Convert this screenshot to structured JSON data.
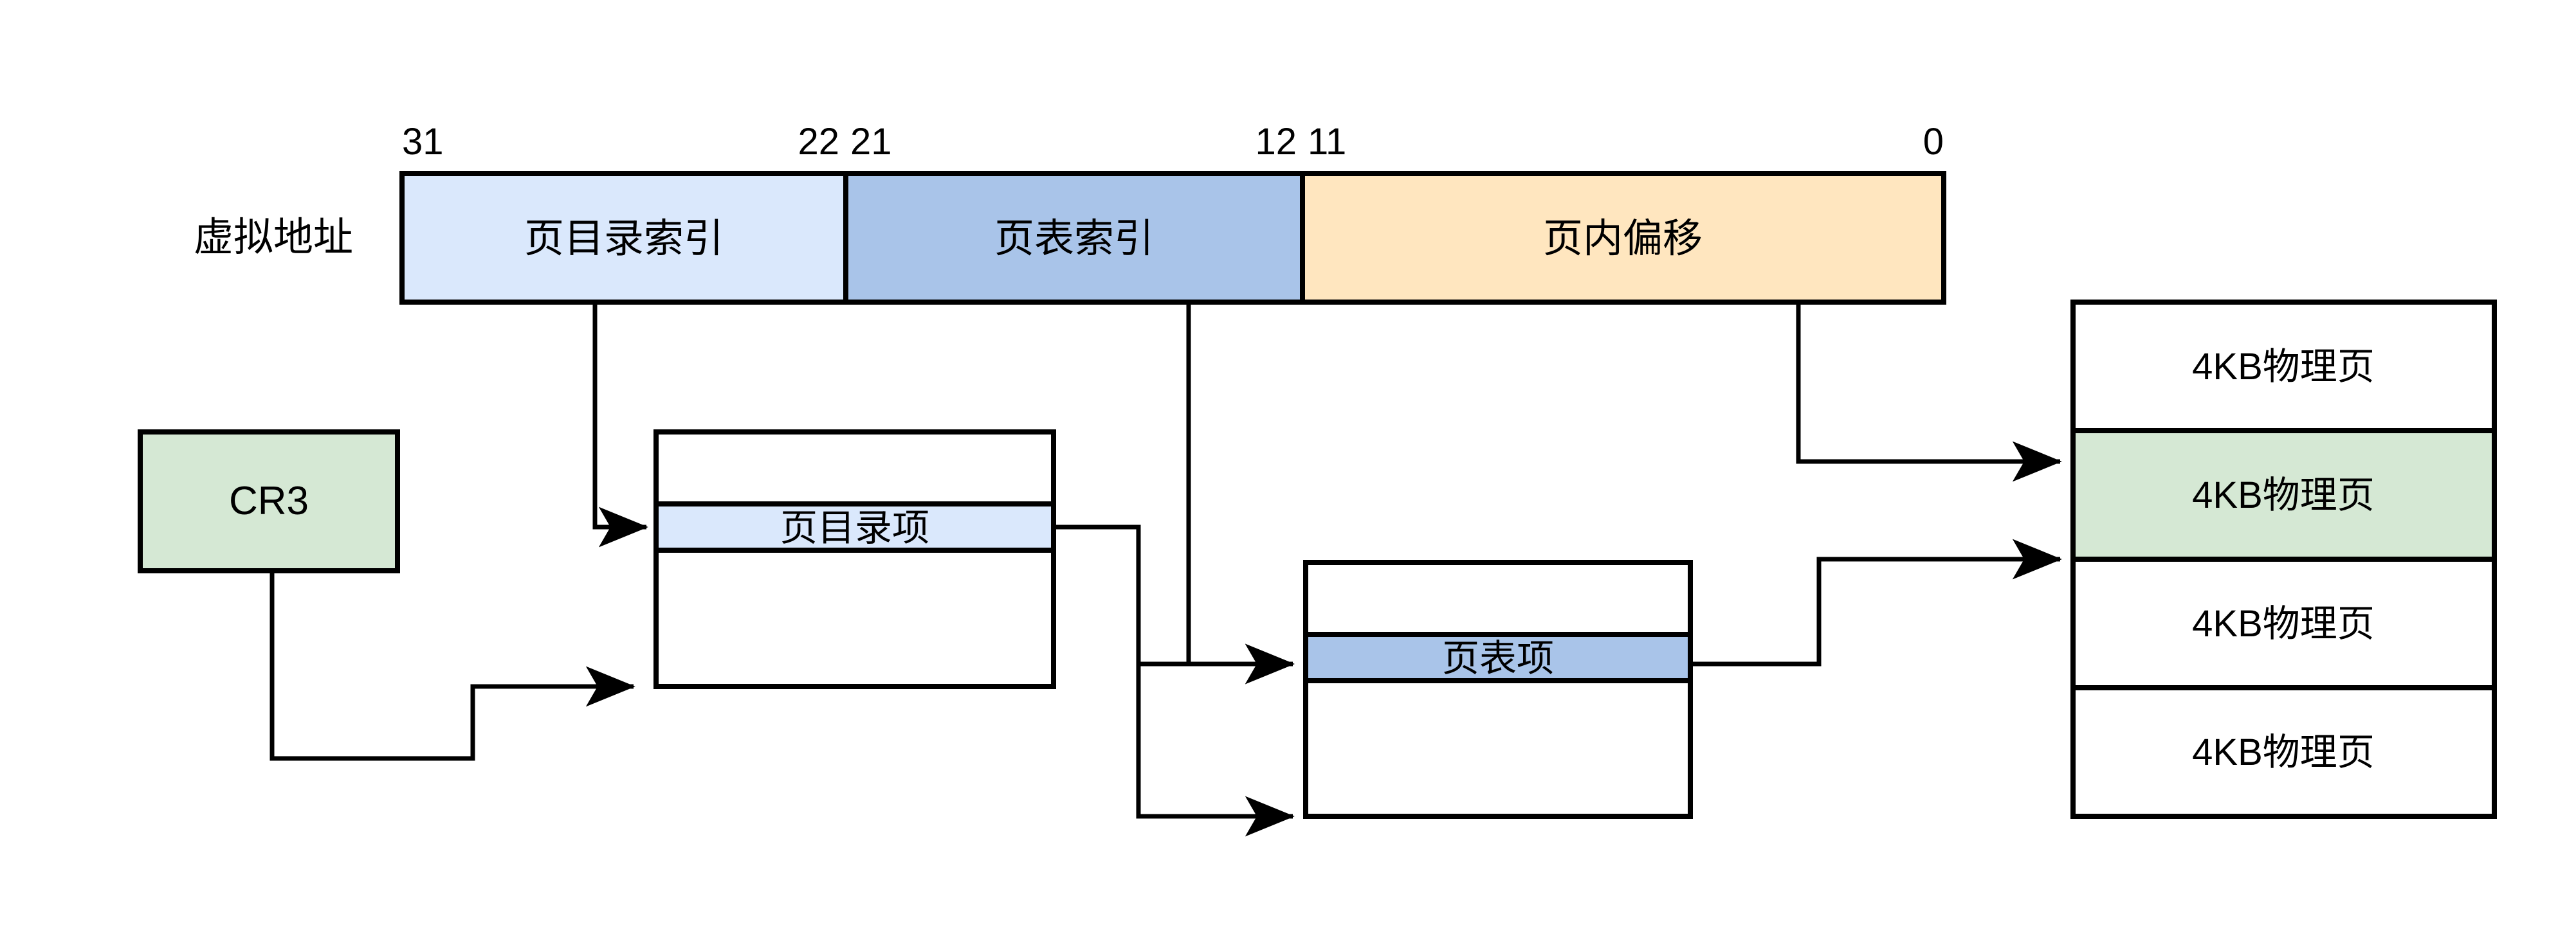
{
  "diagram": {
    "title_label": "虚拟地址",
    "colors": {
      "page_dir_index_fill": "#dae8fc",
      "page_table_index_fill": "#a9c4e9",
      "page_offset_fill": "#ffe6bf",
      "cr3_fill": "#d5e8d4",
      "physical_page_highlight_fill": "#d5e8d4",
      "table_fill": "#ffffff",
      "stroke": "#000000"
    },
    "virtual_address": {
      "label": "虚拟地址",
      "bit_markers": [
        {
          "name": "bit-31",
          "text": "31"
        },
        {
          "name": "bit-22",
          "text": "22"
        },
        {
          "name": "bit-21",
          "text": "21"
        },
        {
          "name": "bit-12",
          "text": "12"
        },
        {
          "name": "bit-11",
          "text": "11"
        },
        {
          "name": "bit-0",
          "text": "0"
        }
      ],
      "segments": [
        {
          "name": "page-directory-index",
          "label": "页目录索引",
          "bits": "31-22"
        },
        {
          "name": "page-table-index",
          "label": "页表索引",
          "bits": "21-12"
        },
        {
          "name": "page-offset",
          "label": "页内偏移",
          "bits": "11-0"
        }
      ]
    },
    "cr3": {
      "label": "CR3"
    },
    "page_directory": {
      "rows": [
        {
          "name": "page-directory-row-empty-top",
          "label": ""
        },
        {
          "name": "page-directory-entry",
          "label": "页目录项"
        },
        {
          "name": "page-directory-row-empty-bottom",
          "label": ""
        }
      ]
    },
    "page_table": {
      "rows": [
        {
          "name": "page-table-row-empty-top",
          "label": ""
        },
        {
          "name": "page-table-entry",
          "label": "页表项"
        },
        {
          "name": "page-table-row-empty-bottom",
          "label": ""
        }
      ]
    },
    "physical_memory": {
      "rows": [
        {
          "name": "physical-page-0",
          "label": "4KB物理页",
          "highlighted": false
        },
        {
          "name": "physical-page-1",
          "label": "4KB物理页",
          "highlighted": true
        },
        {
          "name": "physical-page-2",
          "label": "4KB物理页",
          "highlighted": false
        },
        {
          "name": "physical-page-3",
          "label": "4KB物理页",
          "highlighted": false
        }
      ]
    }
  }
}
